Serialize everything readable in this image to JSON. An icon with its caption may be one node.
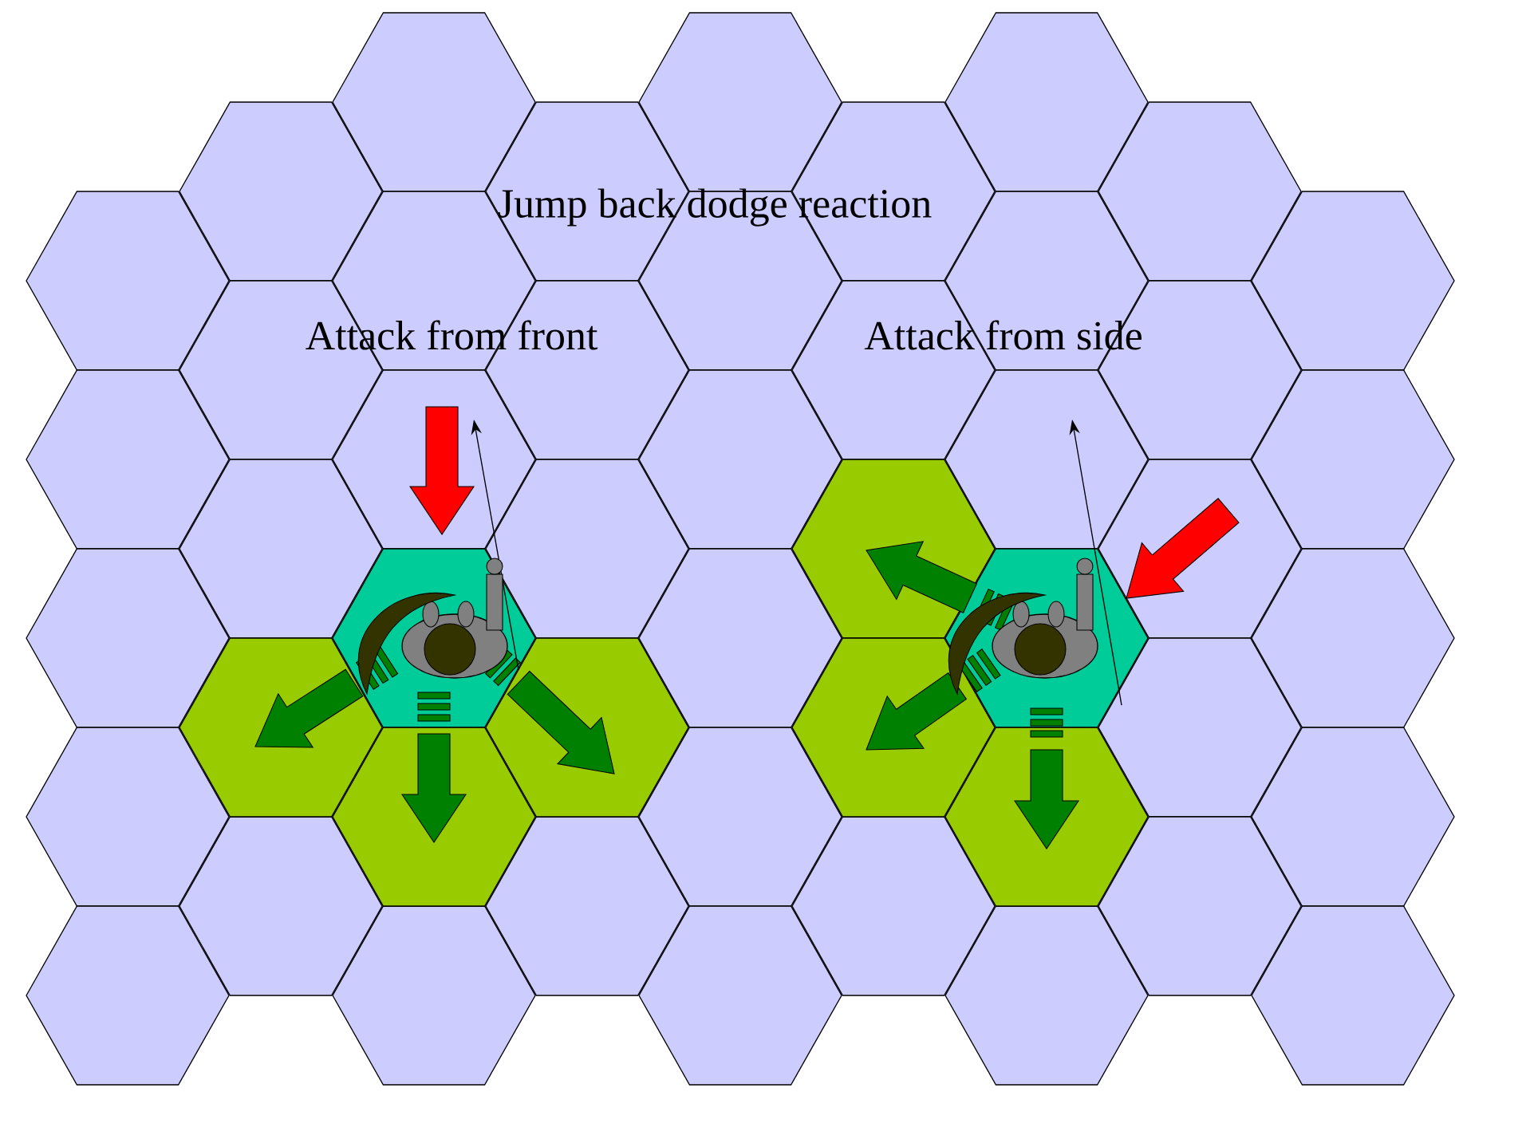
{
  "diagram": {
    "title": "Jump back dodge reaction",
    "labels": [
      "Attack from front",
      "Attack from side"
    ]
  }
}
